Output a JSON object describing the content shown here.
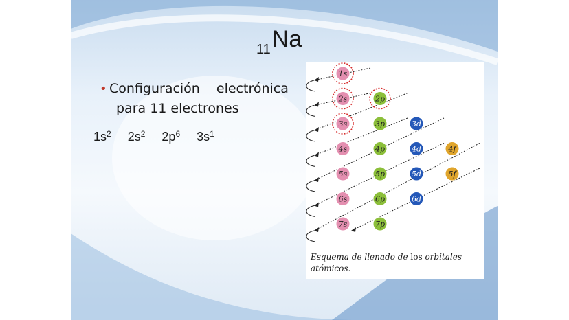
{
  "title": {
    "subscript": "11",
    "symbol": "Na"
  },
  "bullet": {
    "line1": "Configuración electrónica",
    "line2": "para 11 electrones"
  },
  "configuration": [
    {
      "orbital": "1s",
      "electrons": "2"
    },
    {
      "orbital": "2s",
      "electrons": "2"
    },
    {
      "orbital": "2p",
      "electrons": "6"
    },
    {
      "orbital": "3s",
      "electrons": "1"
    }
  ],
  "diagram": {
    "orbitals": [
      "1s",
      "2s",
      "2p",
      "3s",
      "3p",
      "4s",
      "3d",
      "4p",
      "5s",
      "4d",
      "5p",
      "6s",
      "4f",
      "5d",
      "6p",
      "7s",
      "5f",
      "6d",
      "7p"
    ],
    "highlighted": [
      "1s",
      "2s",
      "2p",
      "3s"
    ],
    "colors": {
      "s": "#e48fb0",
      "p": "#8cbf3a",
      "d": "#2458b8",
      "f": "#e0a52c",
      "highlight": "#d62c2c"
    }
  },
  "caption": {
    "part1": "Esquema de llenado de",
    "part2": "los",
    "part3": "orbitales",
    "part4": "atómicos."
  }
}
